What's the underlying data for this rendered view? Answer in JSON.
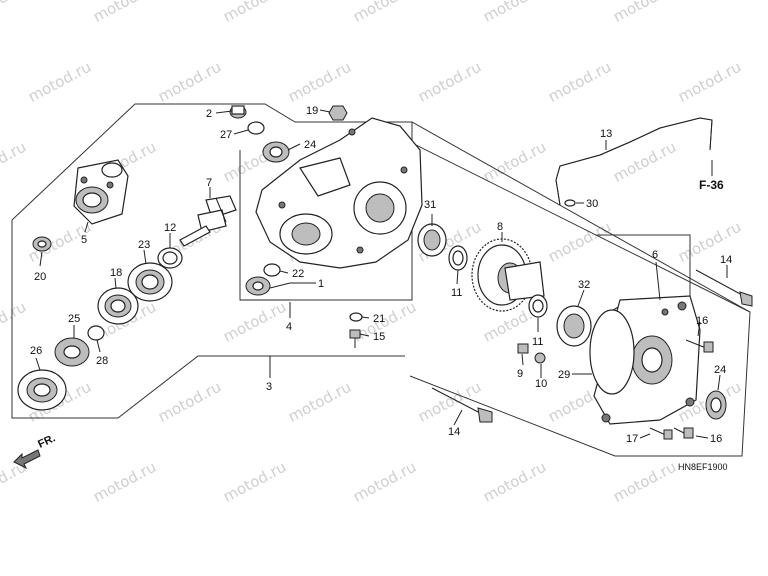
{
  "watermark": {
    "text": "motod.ru",
    "color": "#cfcfcf"
  },
  "diagram_code": "HN8EF1900",
  "ref_label": "F-36",
  "direction_label": "FR.",
  "callouts": [
    {
      "id": "n2",
      "text": "2"
    },
    {
      "id": "n19",
      "text": "19"
    },
    {
      "id": "n27",
      "text": "27"
    },
    {
      "id": "n24a",
      "text": "24"
    },
    {
      "id": "n7",
      "text": "7"
    },
    {
      "id": "n5",
      "text": "5"
    },
    {
      "id": "n20",
      "text": "20"
    },
    {
      "id": "n12",
      "text": "12"
    },
    {
      "id": "n23",
      "text": "23"
    },
    {
      "id": "n18",
      "text": "18"
    },
    {
      "id": "n25",
      "text": "25"
    },
    {
      "id": "n28",
      "text": "28"
    },
    {
      "id": "n26",
      "text": "26"
    },
    {
      "id": "n22",
      "text": "22"
    },
    {
      "id": "n1",
      "text": "1"
    },
    {
      "id": "n4",
      "text": "4"
    },
    {
      "id": "n21",
      "text": "21"
    },
    {
      "id": "n15",
      "text": "15"
    },
    {
      "id": "n3",
      "text": "3"
    },
    {
      "id": "n31",
      "text": "31"
    },
    {
      "id": "n8",
      "text": "8"
    },
    {
      "id": "n11a",
      "text": "11"
    },
    {
      "id": "n11b",
      "text": "11"
    },
    {
      "id": "n13",
      "text": "13"
    },
    {
      "id": "n30",
      "text": "30"
    },
    {
      "id": "n32",
      "text": "32"
    },
    {
      "id": "n6",
      "text": "6"
    },
    {
      "id": "n14a",
      "text": "14"
    },
    {
      "id": "n16a",
      "text": "16"
    },
    {
      "id": "n9",
      "text": "9"
    },
    {
      "id": "n10",
      "text": "10"
    },
    {
      "id": "n29",
      "text": "29"
    },
    {
      "id": "n24b",
      "text": "24"
    },
    {
      "id": "n14b",
      "text": "14"
    },
    {
      "id": "n17",
      "text": "17"
    },
    {
      "id": "n16b",
      "text": "16"
    }
  ]
}
